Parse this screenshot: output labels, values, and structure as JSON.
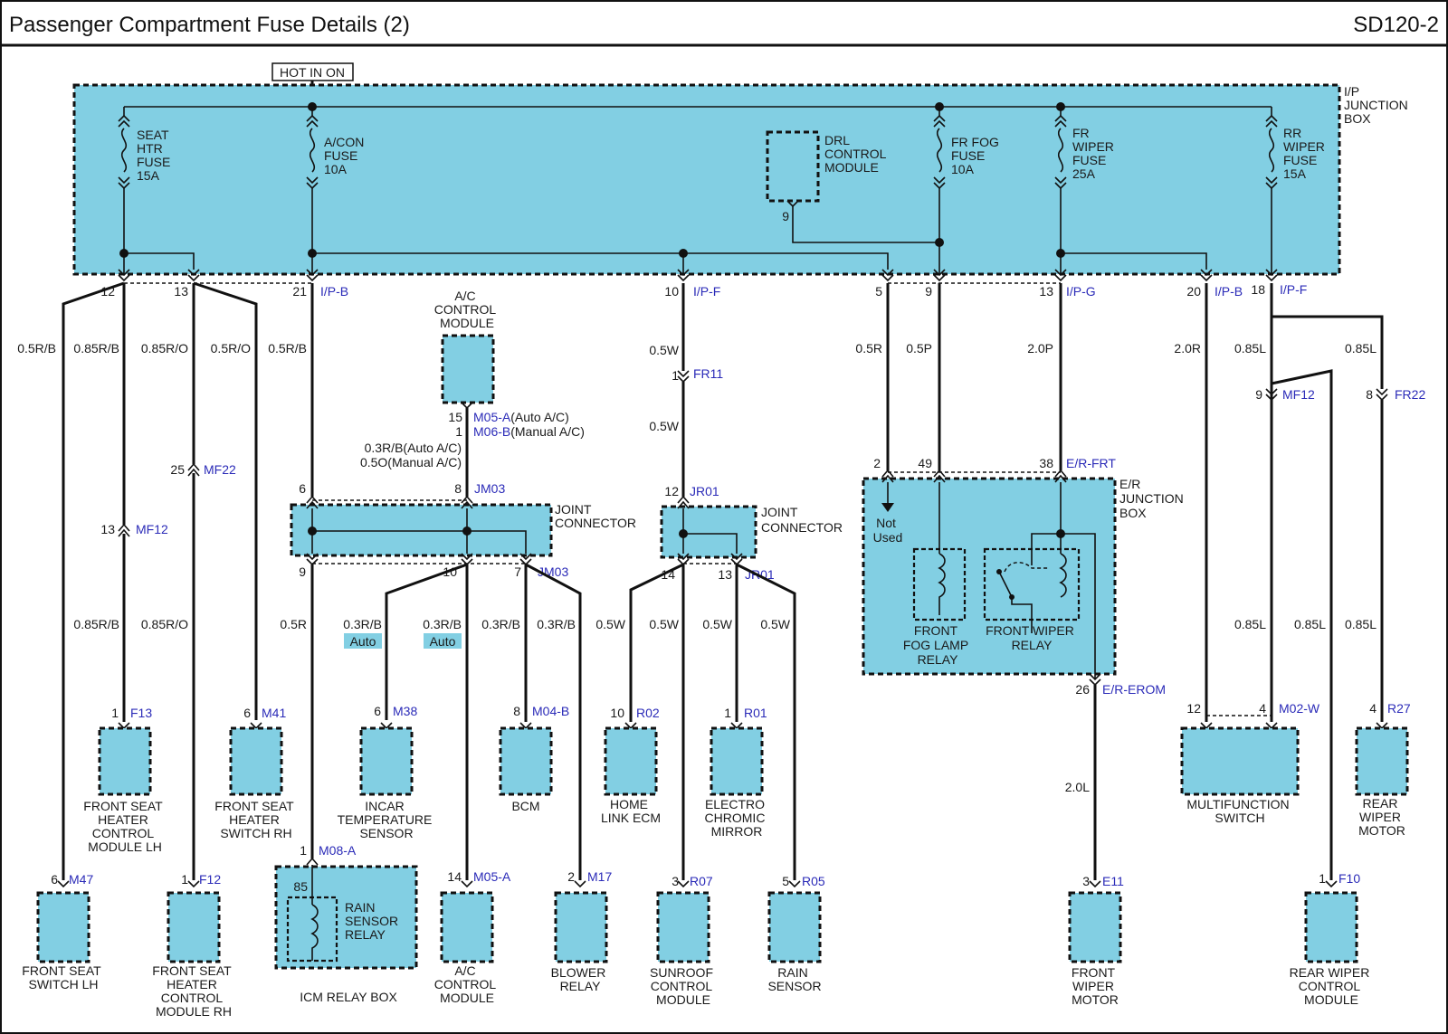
{
  "header": {
    "title": "Passenger Compartment Fuse Details (2)",
    "code": "SD120-2"
  },
  "power": {
    "hot_in_on": "HOT IN ON"
  },
  "ip_box": {
    "label": [
      "I/P",
      "JUNCTION",
      "BOX"
    ],
    "fuses": [
      {
        "lines": [
          "SEAT",
          "HTR",
          "FUSE",
          "15A"
        ]
      },
      {
        "lines": [
          "A/CON",
          "FUSE",
          "10A"
        ]
      },
      {
        "lines": [
          "FR FOG",
          "FUSE",
          "10A"
        ]
      },
      {
        "lines": [
          "FR",
          "WIPER",
          "FUSE",
          "25A"
        ]
      },
      {
        "lines": [
          "RR",
          "WIPER",
          "FUSE",
          "15A"
        ]
      }
    ],
    "drl": {
      "lines": [
        "DRL",
        "CONTROL",
        "MODULE"
      ],
      "pin": "9"
    },
    "pins": [
      "12",
      "13",
      "21",
      "10",
      "5",
      "9",
      "13",
      "20",
      "18"
    ],
    "conn_ipb": "I/P-B",
    "conn_ipf": "I/P-F",
    "conn_ipg": "I/P-G"
  },
  "wires": {
    "w1": "0.5R/B",
    "w2": "0.85R/B",
    "w3": "0.85R/O",
    "w4": "0.5R/O",
    "w5": "0.5R/B",
    "w6": "0.5W",
    "w7": "0.5W",
    "w8": "0.5R",
    "w9": "0.5P",
    "w10": "2.0P",
    "w11": "2.0R",
    "w12": "0.85L",
    "w13": "0.85L",
    "w14": "0.85R/B",
    "w15": "0.85R/O",
    "w16": "0.5R",
    "w17": "0.3R/B",
    "w18": "0.3R/B",
    "w19": "0.3R/B",
    "w20": "0.3R/B",
    "w21": "0.5W",
    "w22": "0.5W",
    "w23": "0.5W",
    "w24": "0.5W",
    "w25": "0.85L",
    "w26": "0.85L",
    "w27": "0.85L",
    "w28": "2.0L",
    "ac_wire_auto": "0.3R/B(Auto A/C)",
    "ac_wire_manual": "0.5O(Manual A/C)",
    "auto_tag": "Auto"
  },
  "connectors": {
    "mf22": {
      "pin": "25",
      "name": "MF22"
    },
    "mf12a": {
      "pin": "13",
      "name": "MF12"
    },
    "fr11": {
      "pin": "1",
      "name": "FR11"
    },
    "mf12b": {
      "pin": "9",
      "name": "MF12"
    },
    "fr22": {
      "pin": "8",
      "name": "FR22"
    },
    "m05a_top": {
      "pin": "15",
      "name": "M05-A",
      "suffix": "(Auto A/C)"
    },
    "m06b_top": {
      "pin": "1",
      "name": "M06-B",
      "suffix": "(Manual A/C)"
    },
    "jm03_in": {
      "pin6": "6",
      "pin8": "8",
      "name": "JM03"
    },
    "jm03_out": {
      "pin9": "9",
      "pin10": "10",
      "pin7": "7",
      "name": "JM03"
    },
    "jr01_in": {
      "pin": "12",
      "name": "JR01"
    },
    "jr01_out": {
      "pin14": "14",
      "pin13": "13",
      "name": "JR01"
    },
    "er_frt": {
      "pin2": "2",
      "pin49": "49",
      "pin38": "38",
      "name": "E/R-FRT"
    },
    "er_erom": {
      "pin": "26",
      "name": "E/R-EROM"
    }
  },
  "joint_label": [
    "JOINT",
    "CONNECTOR"
  ],
  "ac_module_top": [
    "A/C",
    "CONTROL",
    "MODULE"
  ],
  "er_box": {
    "label": [
      "E/R",
      "JUNCTION",
      "BOX"
    ],
    "not_used": [
      "Not",
      "Used"
    ],
    "fog_relay": [
      "FRONT",
      "FOG LAMP",
      "RELAY"
    ],
    "wiper_relay": [
      "FRONT WIPER",
      "RELAY"
    ]
  },
  "components": {
    "f13": {
      "pin": "1",
      "conn": "F13",
      "lines": [
        "FRONT SEAT",
        "HEATER",
        "CONTROL",
        "MODULE LH"
      ]
    },
    "m41": {
      "pin": "6",
      "conn": "M41",
      "lines": [
        "FRONT SEAT",
        "HEATER",
        "SWITCH RH"
      ]
    },
    "m38": {
      "pin": "6",
      "conn": "M38",
      "lines": [
        "INCAR",
        "TEMPERATURE",
        "SENSOR"
      ]
    },
    "m04b": {
      "pin": "8",
      "conn": "M04-B",
      "lines": [
        "BCM"
      ]
    },
    "r02": {
      "pin": "10",
      "conn": "R02",
      "lines": [
        "HOME",
        "LINK ECM"
      ]
    },
    "r01": {
      "pin": "1",
      "conn": "R01",
      "lines": [
        "ELECTRO",
        "CHROMIC",
        "MIRROR"
      ]
    },
    "m02w": {
      "pin12": "12",
      "pin": "4",
      "conn": "M02-W",
      "lines": [
        "MULTIFUNCTION",
        "SWITCH"
      ]
    },
    "r27": {
      "pin": "4",
      "conn": "R27",
      "lines": [
        "REAR",
        "WIPER",
        "MOTOR"
      ]
    },
    "m47": {
      "pin": "6",
      "conn": "M47",
      "lines": [
        "FRONT SEAT",
        "SWITCH LH"
      ]
    },
    "f12": {
      "pin": "1",
      "conn": "F12",
      "lines": [
        "FRONT SEAT",
        "HEATER",
        "CONTROL",
        "MODULE RH"
      ]
    },
    "m08a": {
      "pin": "1",
      "conn": "M08-A",
      "pin85": "85",
      "relay": [
        "RAIN",
        "SENSOR",
        "RELAY"
      ],
      "box": "ICM RELAY BOX"
    },
    "m05a": {
      "pin": "14",
      "conn": "M05-A",
      "lines": [
        "A/C",
        "CONTROL",
        "MODULE"
      ]
    },
    "m17": {
      "pin": "2",
      "conn": "M17",
      "lines": [
        "BLOWER",
        "RELAY"
      ]
    },
    "r07": {
      "pin": "3",
      "conn": "R07",
      "lines": [
        "SUNROOF",
        "CONTROL",
        "MODULE"
      ]
    },
    "r05": {
      "pin": "5",
      "conn": "R05",
      "lines": [
        "RAIN",
        "SENSOR"
      ]
    },
    "e11": {
      "pin": "3",
      "conn": "E11",
      "lines": [
        "FRONT",
        "WIPER",
        "MOTOR"
      ]
    },
    "f10": {
      "pin": "1",
      "conn": "F10",
      "lines": [
        "REAR WIPER",
        "CONTROL",
        "MODULE"
      ]
    }
  }
}
